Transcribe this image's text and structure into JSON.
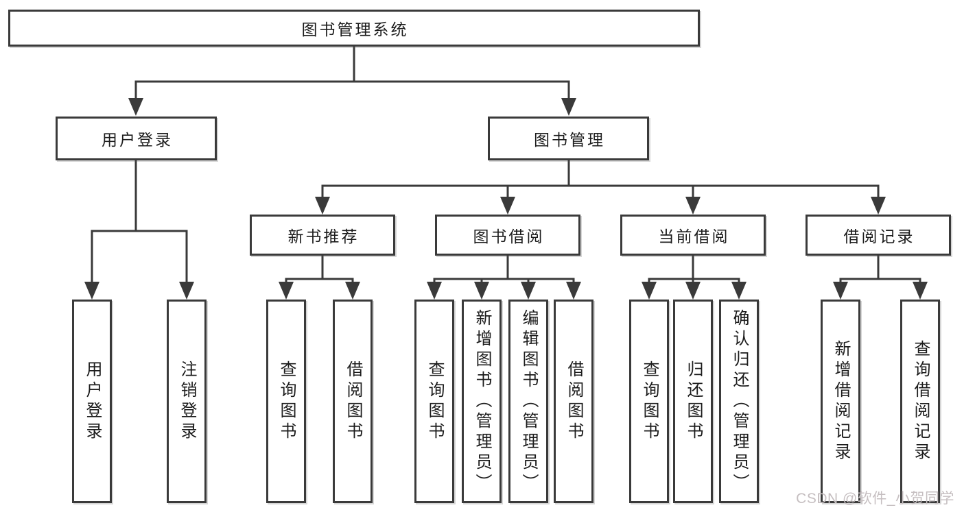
{
  "diagram_title": "图书管理系统",
  "watermark": "CSDN @软件_小贺同学",
  "colors": {
    "line": "#3a3a3a",
    "box_border": "#3a3a3a",
    "box_background": "#ffffff",
    "label_text": "#1c1c1c",
    "watermark_text": "#c6bfc1"
  },
  "tree": {
    "label": "图书管理系统",
    "children": [
      {
        "label": "用户登录",
        "children": [
          {
            "label": "用户登录"
          },
          {
            "label": "注销登录"
          }
        ]
      },
      {
        "label": "图书管理",
        "children": [
          {
            "label": "新书推荐",
            "children": [
              {
                "label": "查询图书"
              },
              {
                "label": "借阅图书"
              }
            ]
          },
          {
            "label": "图书借阅",
            "children": [
              {
                "label": "查询图书"
              },
              {
                "label": "新增图书（管理员）"
              },
              {
                "label": "编辑图书（管理员）"
              },
              {
                "label": "借阅图书"
              }
            ]
          },
          {
            "label": "当前借阅",
            "children": [
              {
                "label": "查询图书"
              },
              {
                "label": "归还图书"
              },
              {
                "label": "确认归还（管理员）"
              }
            ]
          },
          {
            "label": "借阅记录",
            "children": [
              {
                "label": "新增借阅记录"
              },
              {
                "label": "查询借阅记录"
              }
            ]
          }
        ]
      }
    ]
  }
}
